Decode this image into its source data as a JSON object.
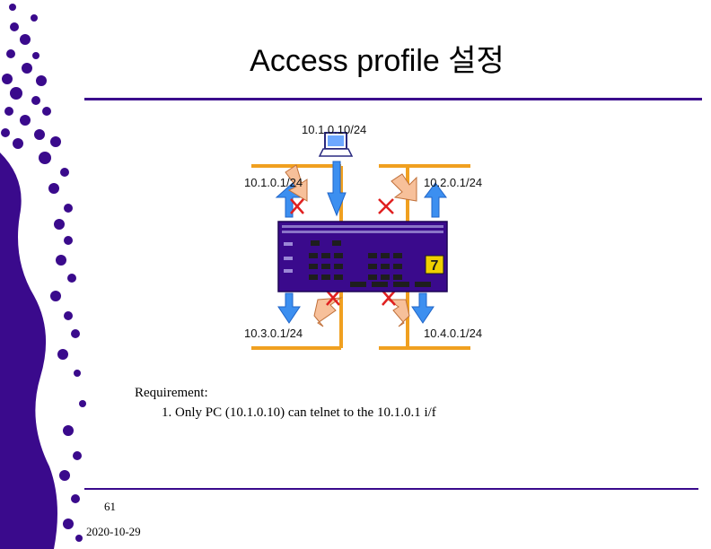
{
  "slide": {
    "title": "Access profile 설정",
    "page_number": "61",
    "date": "2020-10-29"
  },
  "diagram": {
    "pc_label": "10.1.0.10/24",
    "networks": [
      {
        "label": "10.1.0.1/24"
      },
      {
        "label": "10.2.0.1/24"
      },
      {
        "label": "10.3.0.1/24"
      },
      {
        "label": "10.4.0.1/24"
      }
    ],
    "switch_badge": "7",
    "colors": {
      "segment": "#f0a020",
      "allowed_arrow": "#3c8ff0",
      "denied_arrow": "#f7c09a",
      "block_mark": "#e02020",
      "switch_body": "#3a0a8c",
      "accent": "#3a0a8c"
    }
  },
  "requirement": {
    "heading": "Requirement:",
    "items": [
      "1. Only PC (10.1.0.10) can telnet to the 10.1.0.1 i/f"
    ]
  }
}
